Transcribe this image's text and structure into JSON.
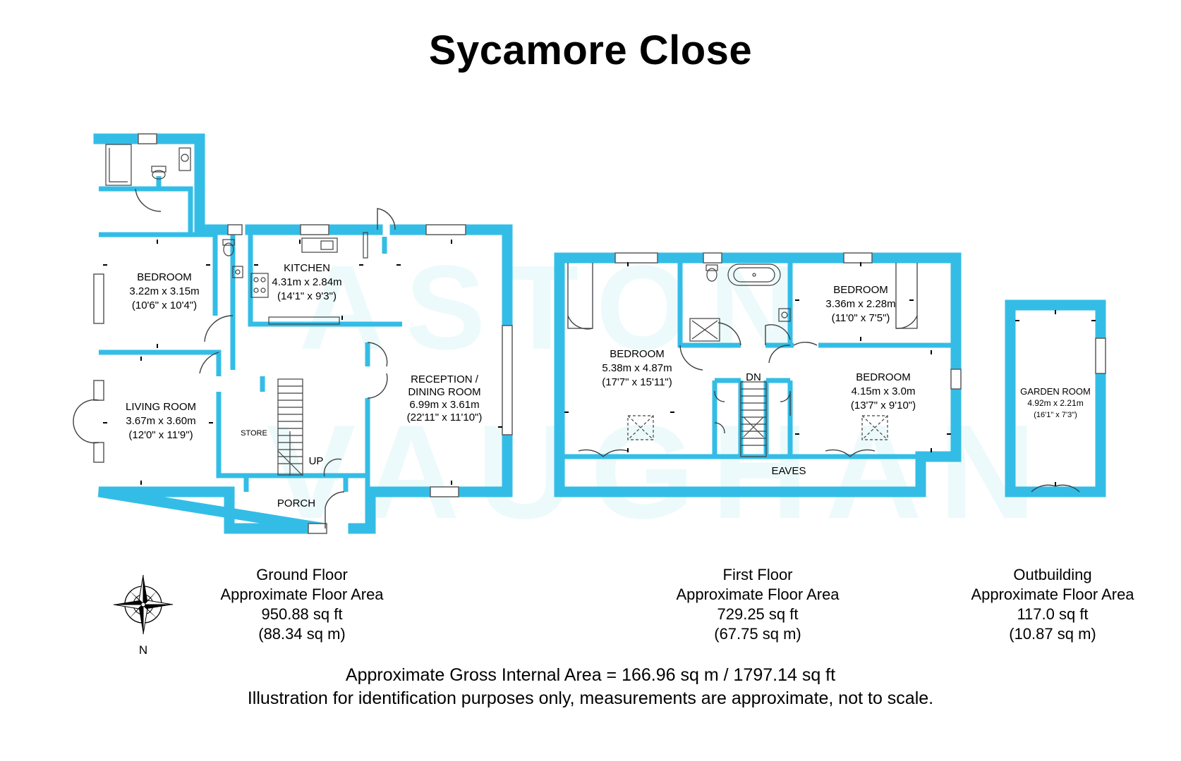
{
  "title": "Sycamore Close",
  "watermark": [
    "ASTON",
    "VAUGHAN"
  ],
  "colors": {
    "wall": "#33bde6",
    "text": "#000000",
    "watermark": "#00b4c8"
  },
  "rooms": [
    {
      "id": "gf-bedroom",
      "name": "BEDROOM",
      "metric": "3.22m x 3.15m",
      "imperial": "(10'6\" x 10'4\")"
    },
    {
      "id": "gf-kitchen",
      "name": "KITCHEN",
      "metric": "4.31m x 2.84m",
      "imperial": "(14'1\" x 9'3\")"
    },
    {
      "id": "gf-living",
      "name": "LIVING ROOM",
      "metric": "3.67m x 3.60m",
      "imperial": "(12'0\" x 11'9\")"
    },
    {
      "id": "gf-reception",
      "name": "RECEPTION /",
      "name2": "DINING ROOM",
      "metric": "6.99m x 3.61m",
      "imperial": "(22'11\" x 11'10\")"
    },
    {
      "id": "ff-bedroom-1",
      "name": "BEDROOM",
      "metric": "5.38m x 4.87m",
      "imperial": "(17'7\" x 15'11\")"
    },
    {
      "id": "ff-bedroom-2",
      "name": "BEDROOM",
      "metric": "3.36m x 2.28m",
      "imperial": "(11'0\" x 7'5\")"
    },
    {
      "id": "ff-bedroom-3",
      "name": "BEDROOM",
      "metric": "4.15m x 3.0m",
      "imperial": "(13'7\" x 9'10\")"
    },
    {
      "id": "ob-garden",
      "name": "GARDEN ROOM",
      "metric": "4.92m x 2.21m",
      "imperial": "(16'1\" x 7'3\")"
    }
  ],
  "labels": {
    "store": "STORE",
    "porch": "PORCH",
    "up": "UP",
    "dn": "DN",
    "eaves": "EAVES",
    "north": "N"
  },
  "floors": [
    {
      "name": "Ground Floor",
      "area_label": "Approximate Floor Area",
      "sqft": "950.88 sq ft",
      "sqm": "(88.34 sq m)"
    },
    {
      "name": "First Floor",
      "area_label": "Approximate Floor Area",
      "sqft": "729.25 sq ft",
      "sqm": "(67.75 sq m)"
    },
    {
      "name": "Outbuilding",
      "area_label": "Approximate Floor Area",
      "sqft": "117.0 sq ft",
      "sqm": "(10.87 sq m)"
    }
  ],
  "gross_area": "Approximate Gross Internal Area = 166.96 sq m / 1797.14 sq ft",
  "disclaimer": "Illustration for identification purposes only, measurements are approximate, not to scale."
}
